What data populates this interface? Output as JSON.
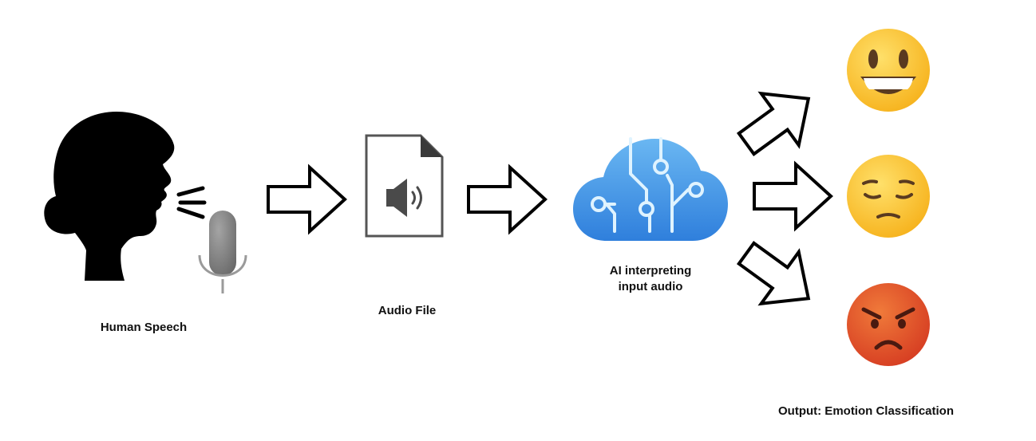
{
  "colors": {
    "silhouette": "#000000",
    "arrow_fill": "#ffffff",
    "arrow_stroke": "#000000",
    "mic": "#808080",
    "file_stroke": "#555555",
    "file_corner": "#3a3a3a",
    "cloud_top": "#6ab7f2",
    "cloud_bottom": "#2f86e0",
    "circuit": "#d9f1ff",
    "emoji_face": "#ffc93a",
    "emoji_angry": "#e5532b"
  },
  "icons": [
    "human-speaking-icon",
    "microphone-icon",
    "audio-file-icon",
    "speaker-icon",
    "ai-cloud-icon",
    "happy-emoji-icon",
    "sad-emoji-icon",
    "angry-emoji-icon",
    "arrow-icon"
  ],
  "labels": {
    "speech": "Human Speech",
    "audio": "Audio File",
    "ai_line1": "AI interpreting",
    "ai_line2": "input audio",
    "output": "Output: Emotion Classification"
  }
}
